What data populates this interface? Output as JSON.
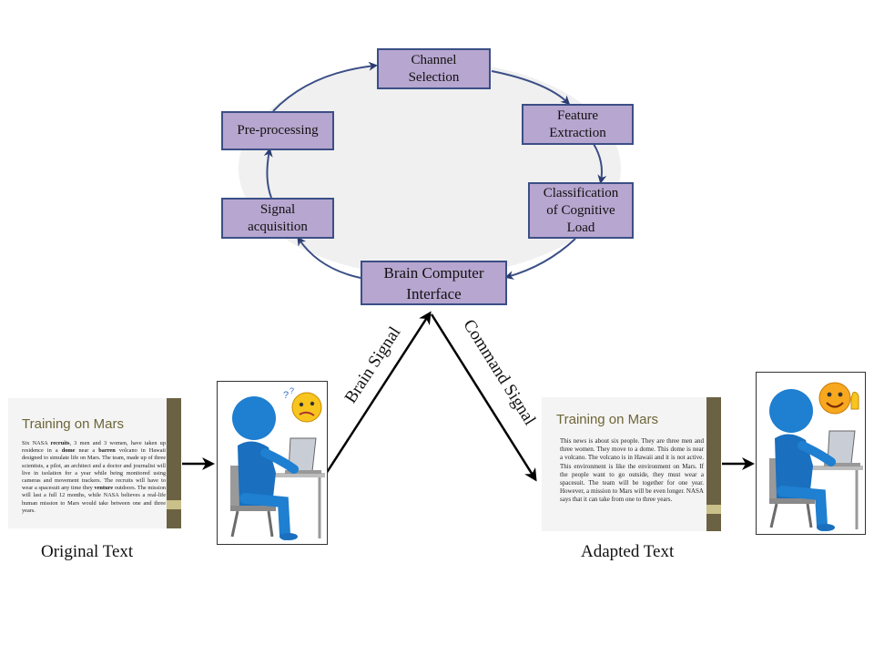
{
  "cycle_steps": {
    "channel_selection": "Channel\nSelection",
    "feature_extraction": "Feature\nExtraction",
    "classification": "Classification\nof Cognitive\nLoad",
    "bci": "Brain Computer\nInterface",
    "signal_acquisition": "Signal\nacquisition",
    "preprocessing": "Pre-processing"
  },
  "signals": {
    "brain_signal": "Brain Signal",
    "command_signal": "Command Signal"
  },
  "original_slide": {
    "title": "Training on Mars",
    "body_parts": [
      "Six NASA ",
      "recruits",
      ", 3 men and 3 women, have taken up residence in a ",
      "dome",
      " near a ",
      "barren",
      " volcano in Hawaii designed to simulate life on Mars. The team, made up of three scientists, a pilot, an architect and a doctor and journalist will live in isolation for a year while being monitored using cameras and movement trackers. The recruits will have to wear a spacesuit any time they ",
      "venture",
      " outdoors. The mission will last a full 12 months, while NASA believes a real-life human mission to Mars would take between one and three years."
    ]
  },
  "adapted_slide": {
    "title": "Training on Mars",
    "body": "This news is about six people. They are three men and three women. They move to a dome. This dome is near a volcano. The volcano is in Hawaii and it is not active. This environment is like the environment on Mars. If the people want to go outside, they must wear a spacesuit. The team will be together for one year. However, a mission to Mars will be even longer. NASA says that it can take from one to three years."
  },
  "captions": {
    "original": "Original Text",
    "adapted": "Adapted Text"
  },
  "colors": {
    "box_fill": "#b7a6cf",
    "box_border": "#3b4f86",
    "cycle_fill": "#f0f0f0",
    "cycle_stroke": "#3b4f86",
    "figure_blue": "#1f7fd0"
  },
  "icons": {
    "confused_user": "confused-emoji-icon",
    "happy_user": "thumbs-up-emoji-icon"
  }
}
